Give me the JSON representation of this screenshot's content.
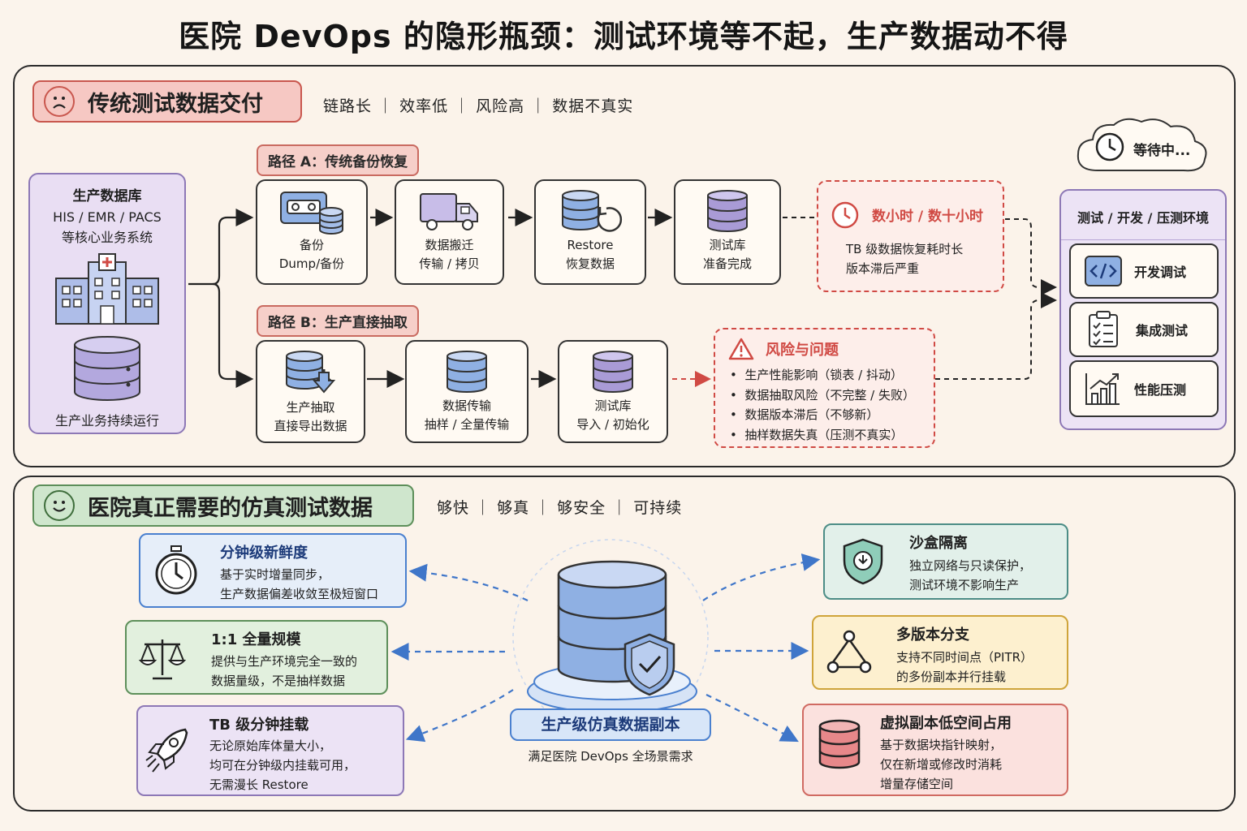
{
  "title": "医院 DevOps 的隐形瓶颈：测试环境等不起，生产数据动不得",
  "top": {
    "header": "传统测试数据交付",
    "tags": "链路长 ｜ 效率低 ｜ 风险高 ｜ 数据不真实",
    "source": {
      "title": "生产数据库",
      "line1": "HIS / EMR / PACS",
      "line2": "等核心业务系统",
      "footer": "生产业务持续运行"
    },
    "path_a": {
      "label": "路径 A：传统备份恢复",
      "steps": [
        {
          "l1": "备份",
          "l2": "Dump/备份"
        },
        {
          "l1": "数据搬迁",
          "l2": "传输 / 拷贝"
        },
        {
          "l1": "Restore",
          "l2": "恢复数据"
        },
        {
          "l1": "测试库",
          "l2": "准备完成"
        }
      ],
      "warn_title": "数小时 / 数十小时",
      "warn_l1": "TB 级数据恢复耗时长",
      "warn_l2": "版本滞后严重"
    },
    "path_b": {
      "label": "路径 B：生产直接抽取",
      "steps": [
        {
          "l1": "生产抽取",
          "l2": "直接导出数据"
        },
        {
          "l1": "数据传输",
          "l2": "抽样 / 全量传输"
        },
        {
          "l1": "测试库",
          "l2": "导入 / 初始化"
        }
      ],
      "risk_title": "风险与问题",
      "risks": [
        "生产性能影响（锁表 / 抖动）",
        "数据抽取风险（不完整 / 失败）",
        "数据版本滞后（不够新）",
        "抽样数据失真（压测不真实）"
      ]
    },
    "waiting": "等待中...",
    "env": {
      "title": "测试 / 开发 / 压测环境",
      "items": [
        "开发调试",
        "集成测试",
        "性能压测"
      ]
    }
  },
  "bottom": {
    "header": "医院真正需要的仿真测试数据",
    "tags": "够快 ｜ 够真 ｜ 够安全 ｜ 可持续",
    "center_title": "生产级仿真数据副本",
    "center_sub": "满足医院 DevOps 全场景需求",
    "cards": {
      "fresh": {
        "title": "分钟级新鲜度",
        "l1": "基于实时增量同步，",
        "l2": "生产数据偏差收敛至极短窗口"
      },
      "scale": {
        "title": "1:1 全量规模",
        "l1": "提供与生产环境完全一致的",
        "l2": "数据量级，不是抽样数据"
      },
      "mount": {
        "title": "TB 级分钟挂载",
        "l1": "无论原始库体量大小，",
        "l2": "均可在分钟级内挂载可用，",
        "l3": "无需漫长 Restore"
      },
      "sandbox": {
        "title": "沙盒隔离",
        "l1": "独立网络与只读保护，",
        "l2": "测试环境不影响生产"
      },
      "branch": {
        "title": "多版本分支",
        "l1": "支持不同时间点（PITR）",
        "l2": "的多份副本并行挂载"
      },
      "space": {
        "title": "虚拟副本低空间占用",
        "l1": "基于数据块指针映射，",
        "l2": "仅在新增或修改时消耗",
        "l3": "增量存储空间"
      }
    }
  },
  "colors": {
    "purple": "#ece3f5",
    "purple_border": "#8d78b6",
    "db_blue": "#8fb0e3",
    "db_purple": "#a99bd6",
    "red": "#d04a44",
    "green_hdr": "#cfe6cd",
    "red_hdr": "#f6c8c3"
  }
}
